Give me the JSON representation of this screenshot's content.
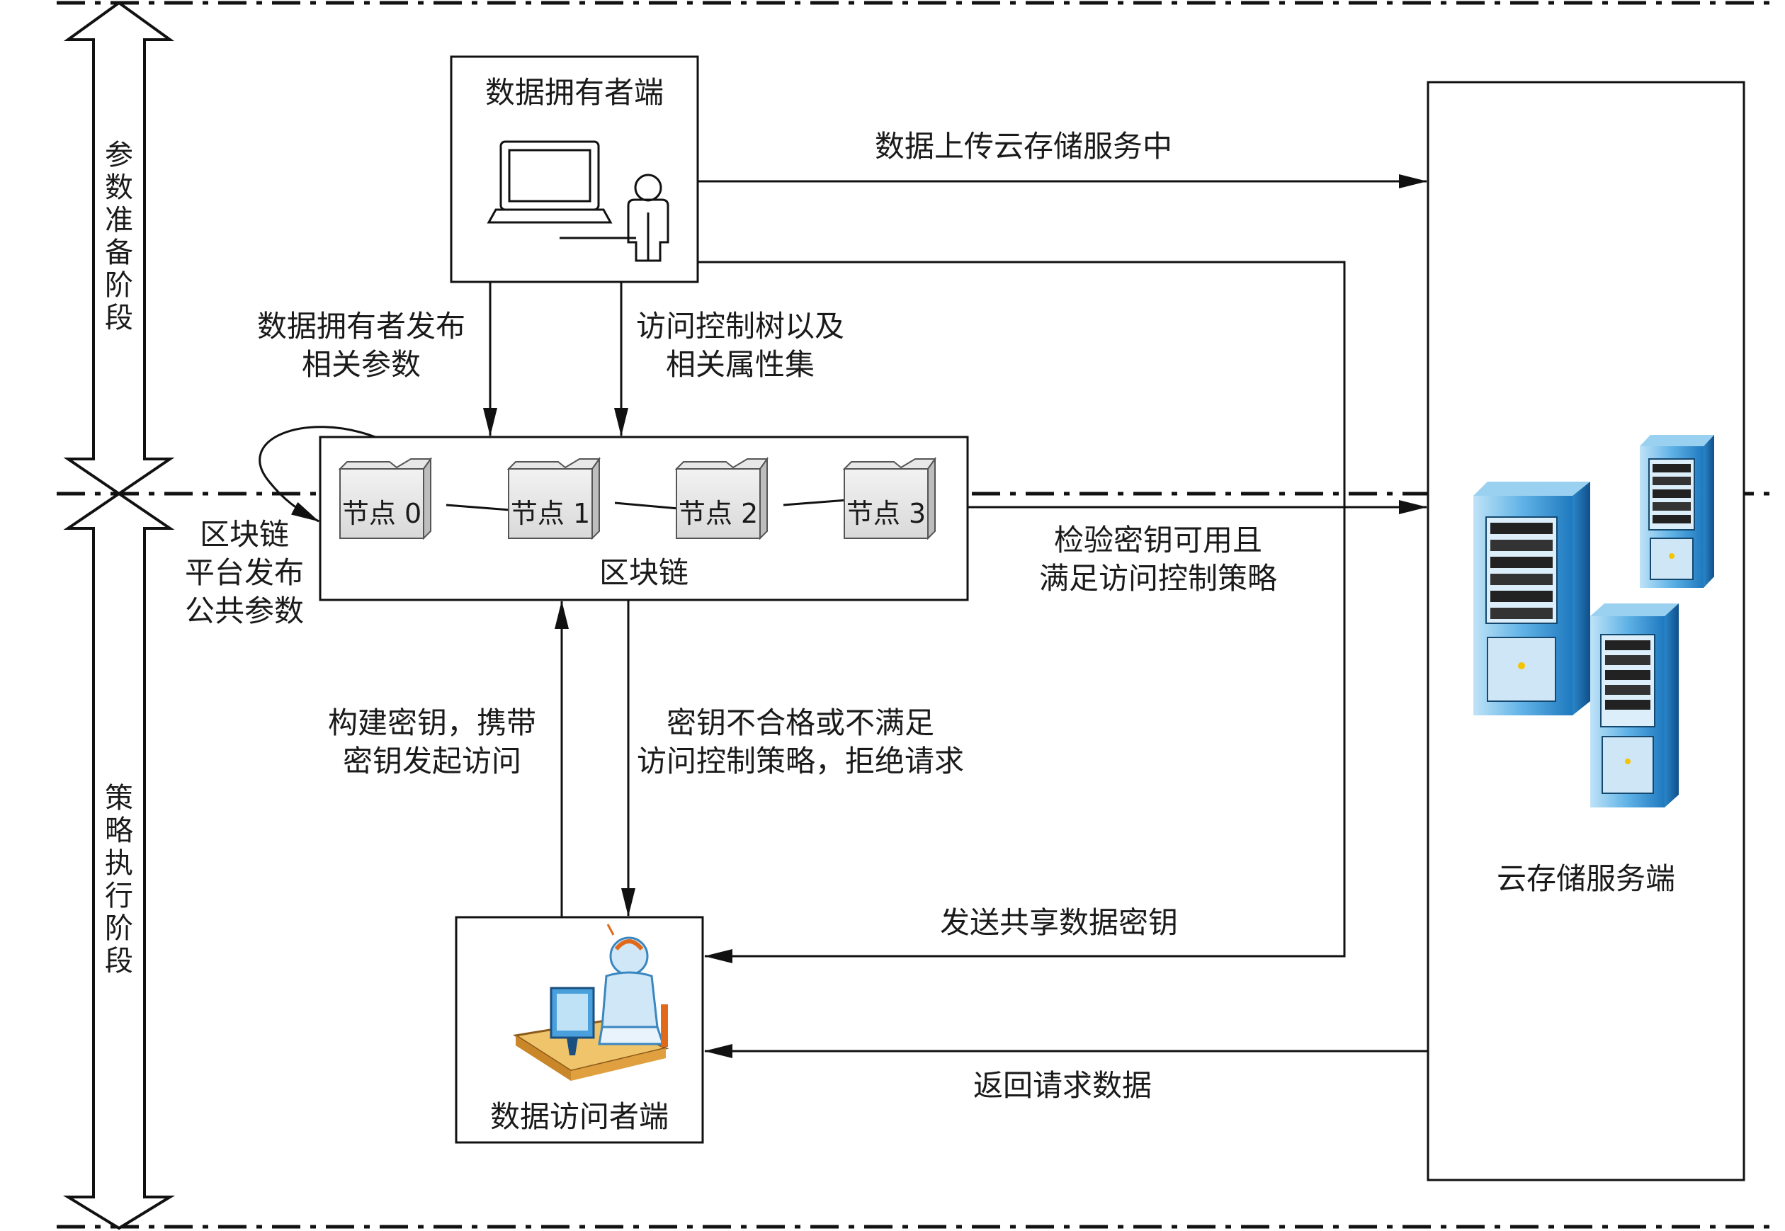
{
  "phases": {
    "prep": "参数准备阶段",
    "exec": "策略执行阶段"
  },
  "owner": {
    "title": "数据拥有者端"
  },
  "cloud": {
    "title": "云存储服务端"
  },
  "blockchain": {
    "title": "区块链",
    "nodes": [
      "节点 0",
      "节点 1",
      "节点 2",
      "节点 3"
    ],
    "self_label": [
      "区块链",
      "平台发布",
      "公共参数"
    ]
  },
  "accessor": {
    "title": "数据访问者端"
  },
  "edges": {
    "upload": "数据上传云存储服务中",
    "publish_params": [
      "数据拥有者发布",
      "相关参数"
    ],
    "access_tree": [
      "访问控制树以及",
      "相关属性集"
    ],
    "verify": [
      "检验密钥可用且",
      "满足访问控制策略"
    ],
    "build_key": [
      "构建密钥，携带",
      "密钥发起访问"
    ],
    "reject": [
      "密钥不合格或不满足",
      "访问控制策略，拒绝请求"
    ],
    "send_key": "发送共享数据密钥",
    "return_data": "返回请求数据"
  }
}
